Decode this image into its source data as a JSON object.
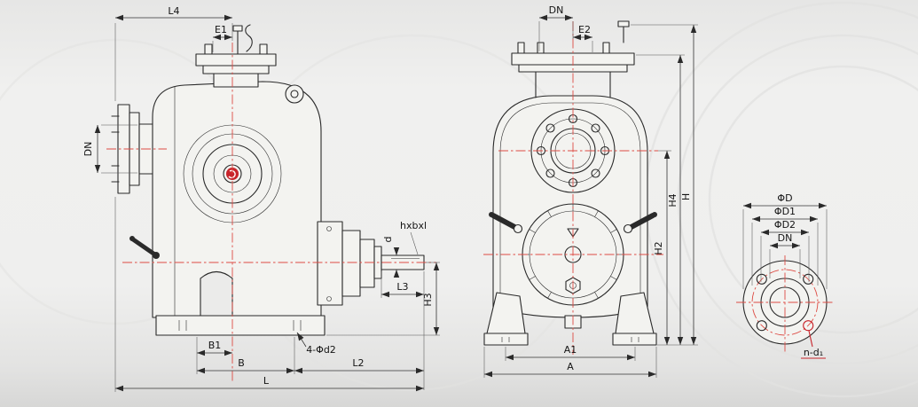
{
  "meta": {
    "bg": "#ededec",
    "line_color": "#2a2a2a",
    "centerline_color": "#dd4b43",
    "accent_color": "#c8242b"
  },
  "views": {
    "side": {
      "title": "pump-side-view",
      "dims": {
        "l4": "L4",
        "e1": "E1",
        "dn": "DN",
        "d": "d",
        "key": "hxbxl",
        "l3": "L3",
        "h3": "H3",
        "b1": "B1",
        "b": "B",
        "anchor_holes": "4-Φd2",
        "l2": "L2",
        "l": "L"
      }
    },
    "front": {
      "title": "pump-front-view",
      "dims": {
        "dn": "DN",
        "e2": "E2",
        "h2": "H2",
        "h4": "H4",
        "h": "H",
        "a1": "A1",
        "a": "A"
      }
    },
    "flange": {
      "title": "shaft-end-flange-view",
      "dims": {
        "d_out": "ΦD",
        "d1": "ΦD1",
        "d2": "ΦD2",
        "dn": "DN",
        "bolt_holes": "n-d₁"
      }
    }
  }
}
